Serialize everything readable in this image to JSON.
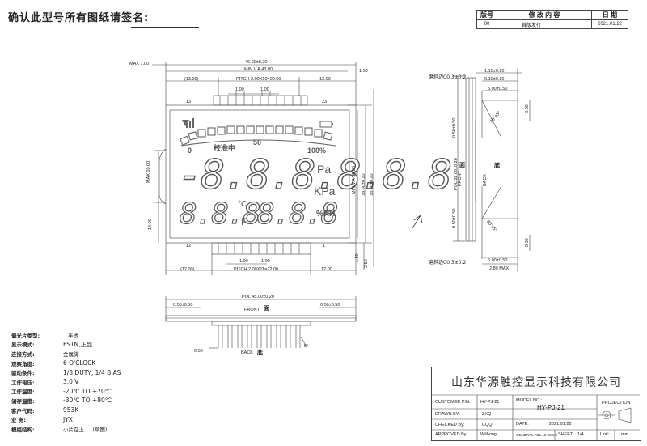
{
  "header": {
    "confirm_label": "确认此型号所有图纸请签名:"
  },
  "revision_table": {
    "headers": [
      "版号",
      "修 改 内 容",
      "日 期"
    ],
    "rows": [
      [
        "00",
        "首版发行",
        "2021.01.22"
      ]
    ]
  },
  "front_view": {
    "dims": {
      "max_left": "MAX 1.00",
      "overall_width": "46.00±0.20",
      "view_area": "MIN V.A 43.00",
      "right_1_50": "1.50",
      "left_13": "(13.00)",
      "pitch_top": "PITCH 2.00X10=20.00",
      "right_13": "13.00",
      "pin_gap_top_1": "1.00",
      "pin_gap_top_2": "1.00",
      "pin_13": "13",
      "pin_23": "23",
      "pin_12": "12",
      "pin_1": "1",
      "max_10": "MAX 10.00",
      "dim_14": "14.00",
      "va_30": "MIN V.A 30.00",
      "height_33": "33.00±0.20",
      "height_38": "38.00±0.20",
      "bottom_1_50": "1.50",
      "bottom_2_50": "2.50",
      "pin_gap_bot_1": "1.00",
      "pin_gap_bot_2": "1.00",
      "left_12": "(12.00)",
      "pitch_bottom": "PITCH 2.00X11=22.00",
      "right_12": "12.00"
    },
    "lcd": {
      "scale_0": "0",
      "scale_50": "50",
      "scale_100": "100%",
      "calibrating": "校准中",
      "main_digits": "-8.8.8.8.8.8",
      "unit_pa": "Pa",
      "unit_kpa": "KPa",
      "left_digits": "8.8.8",
      "unit_c": "°C",
      "unit_f": "F",
      "right_digits": "8.8.8",
      "unit_rh": "%RH"
    }
  },
  "side_view": {
    "chamfer_top": "磨斜边C0.3±0.2",
    "chamfer_bottom": "磨斜边C0.3±0.2",
    "d_110": "1.10±0.10",
    "d_010": "0.10±0.10",
    "d_500": "5.00±0.50",
    "d_030": "0.30",
    "angle_top": "80°±5°",
    "d_050_top": "0.50±0.50",
    "d_pol32": "POL 32.00±0.20",
    "front": "FRONT",
    "front_cn": "面",
    "back": "BACK",
    "back_cn": "底",
    "d_050_bot": "0.50±0.50",
    "angle_bot": "80°±5°",
    "d_030_bot": "0.30",
    "d_500_bot": "5.00±0.50",
    "d_280": "2.80 MAX"
  },
  "bottom_view": {
    "pol": "POL 45.00±0.20",
    "left_050": "0.50±0.50",
    "right_050": "0.50±0.50",
    "front": "FRONT",
    "front_cn": "面",
    "d_050": "0.50",
    "back": "BACK",
    "back_cn": "底",
    "angle": "5°"
  },
  "specs": [
    {
      "label": "偏光片类型:",
      "value": "半透"
    },
    {
      "label": "显示模式:",
      "value": "FSTN,正显"
    },
    {
      "label": "连接方式:",
      "value": "金属脚"
    },
    {
      "label": "观察角度:",
      "value": "6 O'CLOCK"
    },
    {
      "label": "驱动条件:",
      "value": "1/8 DUTY, 1/4 BIAS"
    },
    {
      "label": "工作电压:",
      "value": "3.0 V"
    },
    {
      "label": "工作温度:",
      "value": "-20℃ TO +70℃"
    },
    {
      "label": "储存温度:",
      "value": "-30℃ TO +80℃"
    },
    {
      "label": "客户代码:",
      "value": "953K"
    },
    {
      "label": "业 务:",
      "value": "JYX"
    },
    {
      "label": "模组结构:",
      "value": "小片在上     (草图)"
    }
  ],
  "title_block": {
    "company": "山东华源触控显示科技有限公司",
    "customer_pn_label": "CUSTOMER P/N:",
    "customer_pn": "HY-PJ-21",
    "model_no_label": "MODEL NO.:",
    "model_no": "HY-PJ-21",
    "drawn_by_label": "DRAWN BY:",
    "drawn_by": "ZXQ",
    "checked_by_label": "CHECKED By:",
    "checked_by": "CQQ",
    "date_label": "DATE:",
    "date": "2021.01.22",
    "approved_by_label": "APPROVED By:",
    "approved_by": "Wilhong",
    "tolerance": "GENERAL TOL.±0.20mm",
    "sheet_label": "SHEET:",
    "sheet": "1/4",
    "unit_label": "Unit:",
    "unit": "mm",
    "projection": "PROJECTION"
  }
}
